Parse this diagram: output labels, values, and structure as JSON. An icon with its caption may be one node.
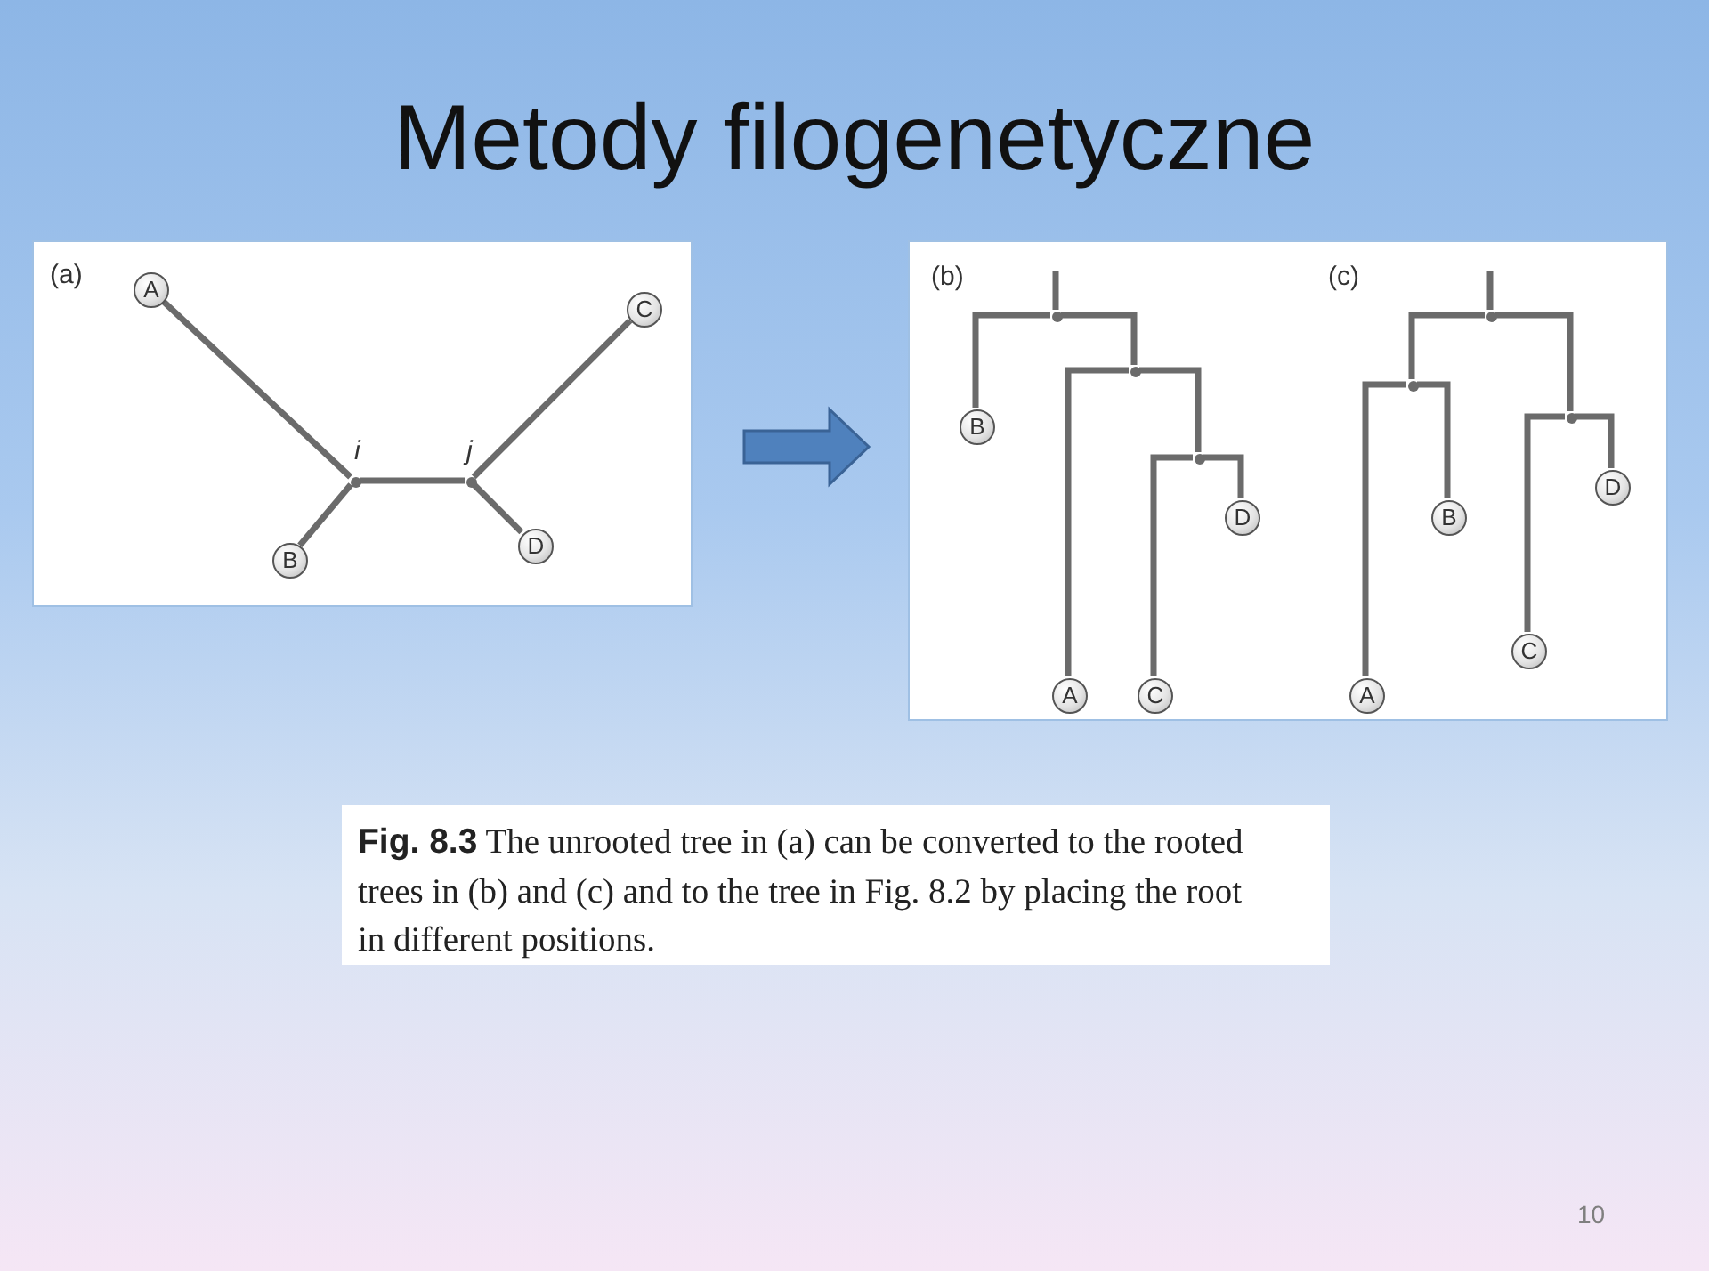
{
  "diagram": {
    "title": "Metody filogenetyczne",
    "caption": "**Fig. 8.3** The unrooted tree in (a) can be converted to the rooted trees in (b) and (c) and to the tree in Fig. 8.2 by placing the root in different positions.",
    "nodes": [
      {
        "text": [
          "(a)"
        ]
      },
      {
        "text": [
          "A"
        ],
        "in": 0
      },
      {
        "text": [
          "C"
        ],
        "in": 0
      },
      {
        "text": [],
        "shape": "point",
        "beside": [
          "i"
        ],
        "in": 0
      },
      {
        "text": [],
        "shape": "point",
        "beside": [
          "j"
        ],
        "in": 0
      },
      {
        "text": [
          "B"
        ],
        "in": 0
      },
      {
        "text": [
          "D"
        ],
        "in": 0
      },
      {
        "text": [],
        "shape": "box"
      },
      {
        "text": [],
        "shape": "point",
        "in": 7
      },
      {
        "text": [],
        "shape": "point",
        "in": 7
      },
      {
        "text": [
          "B"
        ],
        "in": 7
      },
      {
        "text": [],
        "shape": "point",
        "in": 7
      },
      {
        "text": [
          "D"
        ],
        "in": 7
      },
      {
        "text": [
          "A"
        ],
        "in": 7
      },
      {
        "text": [
          "C"
        ],
        "in": 7
      },
      {
        "text": [],
        "shape": "point",
        "in": 7
      },
      {
        "text": [],
        "shape": "point",
        "in": 7
      },
      {
        "text": [],
        "shape": "point",
        "in": 7
      },
      {
        "text": [
          "D"
        ],
        "in": 7
      },
      {
        "text": [
          "B"
        ],
        "in": 7
      },
      {
        "text": [
          "C"
        ],
        "in": 7
      },
      {
        "text": [
          "A"
        ],
        "in": 7
      }
    ],
    "edges": [
      {
        "from": 3,
        "to": 1,
        "arrow": "none"
      },
      {
        "from": 3,
        "to": 5,
        "arrow": "none"
      },
      {
        "from": 3,
        "to": 4,
        "arrow": "none"
      },
      {
        "from": 4,
        "to": 2,
        "arrow": "none"
      },
      {
        "from": 4,
        "to": 6,
        "arrow": "none"
      },
      {
        "from": 0,
        "to": 7,
        "arrow": "to",
        "style": "thick",
        "color": "#4f81bd"
      },
      {
        "from": null,
        "to": 8,
        "arrow": "none"
      },
      {
        "from": 8,
        "to": 10,
        "arrow": "none"
      },
      {
        "from": 8,
        "to": 9,
        "arrow": "none"
      },
      {
        "from": 9,
        "to": 13,
        "arrow": "none"
      },
      {
        "from": 9,
        "to": 11,
        "arrow": "none"
      },
      {
        "from": 11,
        "to": 14,
        "arrow": "none"
      },
      {
        "from": 11,
        "to": 12,
        "arrow": "none"
      },
      {
        "from": null,
        "to": 15,
        "arrow": "none"
      },
      {
        "from": 15,
        "to": 16,
        "arrow": "none"
      },
      {
        "from": 15,
        "to": 17,
        "arrow": "none"
      },
      {
        "from": 16,
        "to": 21,
        "arrow": "none"
      },
      {
        "from": 16,
        "to": 19,
        "arrow": "none"
      },
      {
        "from": 17,
        "to": 20,
        "arrow": "none"
      },
      {
        "from": 17,
        "to": 18,
        "arrow": "none"
      }
    ],
    "labels": [
      "(b)",
      "(c)",
      "10"
    ]
  }
}
